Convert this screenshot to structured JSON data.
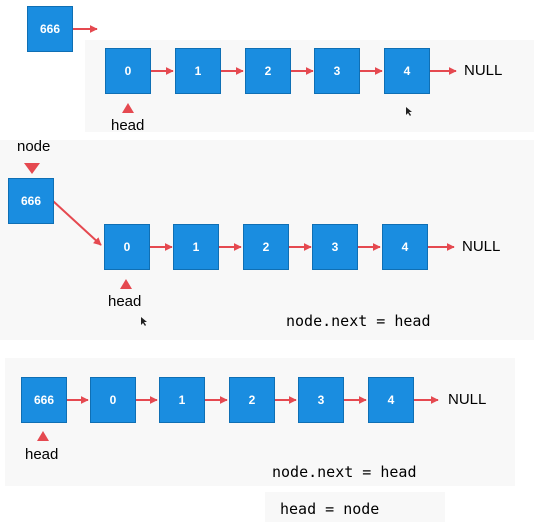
{
  "colors": {
    "node_fill": "#1a8de0",
    "node_border": "#0f6fb4",
    "arrow": "#e54950",
    "panel": "#f8f8f8"
  },
  "panel1": {
    "new_node": "666",
    "nodes": [
      "0",
      "1",
      "2",
      "3",
      "4"
    ],
    "null_label": "NULL",
    "head_label": "head"
  },
  "panel2": {
    "node_label": "node",
    "new_node": "666",
    "nodes": [
      "0",
      "1",
      "2",
      "3",
      "4"
    ],
    "null_label": "NULL",
    "head_label": "head",
    "code": "node.next = head"
  },
  "panel3": {
    "nodes": [
      "666",
      "0",
      "1",
      "2",
      "3",
      "4"
    ],
    "null_label": "NULL",
    "head_label": "head",
    "code_line1": "node.next = head",
    "code_line2": "head = node"
  }
}
